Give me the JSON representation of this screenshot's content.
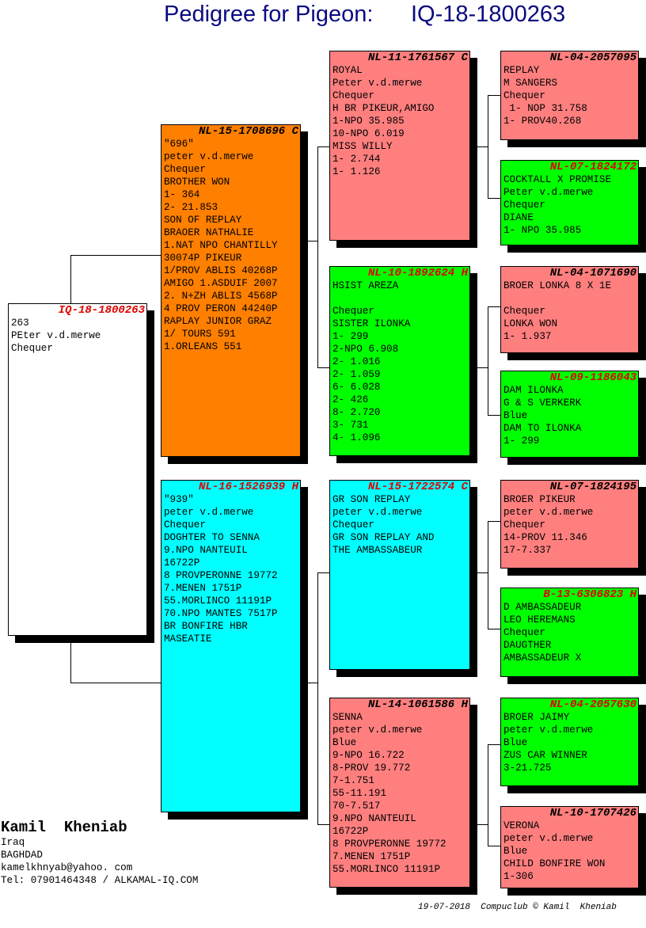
{
  "title": {
    "label": "Pedigree for Pigeon:",
    "ring": "IQ-18-1800263"
  },
  "colors": {
    "white": "#ffffff",
    "orange": "#ff7f00",
    "cyan": "#00ffff",
    "pink": "#ff7f7f",
    "green": "#00ff00",
    "ring_red": "#e00000",
    "title_blue": "#0a0a82"
  },
  "subject": {
    "ring": "IQ-18-1800263",
    "lines": [
      "263",
      "PEter v.d.merwe",
      "Chequer"
    ]
  },
  "sire": {
    "ring": "NL-15-1708696 C",
    "lines": [
      "\"696\"",
      "peter v.d.merwe",
      "Chequer",
      "BROTHER WON",
      "1- 364",
      "2- 21.853",
      "SON OF REPLAY",
      "BRAOER NATHALIE",
      "1.NAT NPO CHANTILLY",
      "30074P PIKEUR",
      "1/PROV ABLIS 40268P",
      "AMIGO 1.ASDUIF 2007",
      "2. N+ZH ABLIS 4568P",
      "4 PROV PERON 44240P",
      "RAPLAY JUNIOR GRAZ",
      "1/ TOURS 591",
      "1.ORLEANS 551"
    ]
  },
  "dam": {
    "ring": "NL-16-1526939 H",
    "lines": [
      "\"939\"",
      "peter v.d.merwe",
      "Chequer",
      "DOGHTER TO SENNA",
      "9.NPO NANTEUIL",
      "16722P",
      "8 PROVPERONNE 19772",
      "7.MENEN 1751P",
      "55.MORLINCO 11191P",
      "70.NPO MANTES 7517P",
      "BR BONFIRE HBR",
      "MASEATIE"
    ]
  },
  "sire_sire": {
    "ring": "NL-11-1761567 C",
    "lines": [
      "ROYAL",
      "Peter v.d.merwe",
      "Chequer",
      "H BR PIKEUR,AMIGO",
      "1-NPO 35.985",
      "10-NPO 6.019",
      "MISS WILLY",
      "1- 2.744",
      "1- 1.126"
    ]
  },
  "sire_dam": {
    "ring": "NL-10-1892624 H",
    "lines": [
      "HSIST AREZA",
      "",
      "Chequer",
      "SISTER ILONKA",
      "1- 299",
      "2-NPO 6.908",
      "2- 1.016",
      "2- 1.059",
      "6- 6.028",
      "2- 426",
      "8- 2.720",
      "3- 731",
      "4- 1.096"
    ]
  },
  "dam_sire": {
    "ring": "NL-15-1722574 C",
    "lines": [
      "GR SON REPLAY",
      "peter v.d.merwe",
      "Chequer",
      "GR SON REPLAY AND",
      "THE AMBASSABEUR"
    ]
  },
  "dam_dam": {
    "ring": "NL-14-1061586 H",
    "lines": [
      "SENNA",
      "peter v.d.merwe",
      "Blue",
      "9-NPO 16.722",
      "8-PROV 19.772",
      "7-1.751",
      "55-11.191",
      "70-7.517",
      "9.NPO NANTEUIL",
      "16722P",
      "8 PROVPERONNE 19772",
      "7.MENEN 1751P",
      "55.MORLINCO 11191P"
    ]
  },
  "ss_sire": {
    "ring": "NL-04-2057095",
    "lines": [
      "REPLAY",
      "M SANGERS",
      "Chequer",
      " 1- NOP 31.758",
      "1- PROV40.268"
    ]
  },
  "ss_dam": {
    "ring": "NL-07-1824172",
    "lines": [
      "COCKTALL X PROMISE",
      "Peter v.d.merwe",
      "Chequer",
      "DIANE",
      "1- NPO 35.985"
    ]
  },
  "sd_sire": {
    "ring": "NL-04-1071690",
    "lines": [
      "BROER LONKA 8 X 1E",
      "",
      "Chequer",
      "LONKA WON",
      "1- 1.937"
    ]
  },
  "sd_dam": {
    "ring": "NL-09-1186043",
    "lines": [
      "DAM ILONKA",
      "G & S VERKERK",
      "Blue",
      "DAM TO ILONKA",
      "1- 299"
    ]
  },
  "ds_sire": {
    "ring": "NL-07-1824195",
    "lines": [
      "BROER PIKEUR",
      "peter v.d.merwe",
      "Chequer",
      "14-PROV 11.346",
      "17-7.337"
    ]
  },
  "ds_dam": {
    "ring": "B-13-6306823 H",
    "lines": [
      "D AMBASSADEUR",
      "LEO HEREMANS",
      "Chequer",
      "DAUGTHER",
      "AMBASSADEUR X"
    ]
  },
  "dd_sire": {
    "ring": "NL-04-2057630",
    "lines": [
      "BROER JAIMY",
      "peter v.d.merwe",
      "Blue",
      "ZUS CAR WINNER",
      "3-21.725"
    ]
  },
  "dd_dam": {
    "ring": "NL-10-1707426",
    "lines": [
      "VERONA",
      "peter v.d.merwe",
      "Blue",
      "CHILD BONFIRE WON",
      "1-306"
    ]
  },
  "footer": {
    "name": "Kamil  Kheniab",
    "country": "Iraq",
    "city": "BAGHDAD",
    "email": "kamelkhnyab@yahoo. com",
    "tel": "Tel: 07901464348 / ALKAMAL-IQ.COM",
    "date": "19-07-2018",
    "credit": "Compuclub © Kamil  Kheniab"
  }
}
